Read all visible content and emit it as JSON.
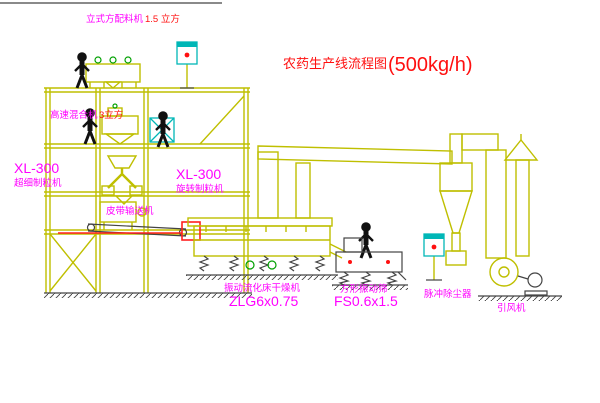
{
  "title": {
    "main": "农药生产线流程图",
    "capacity": "(500kg/h)"
  },
  "labels": {
    "batching_name": "立式方配料机",
    "batching_size": "1.5 立方",
    "mixer_name": "高速混合机",
    "mixer_size": "3立方",
    "granulator_left_model": "XL-300",
    "granulator_left_name": "超细制粒机",
    "granulator_center_model": "XL-300",
    "granulator_center_name": "旋转制粒机",
    "belt_conveyor": "皮带输送机",
    "dryer_name": "振动流化床干燥机",
    "dryer_model": "ZLG6x0.75",
    "sieve_name": "方形振动筛",
    "sieve_model": "FS0.6x1.5",
    "dust_collector": "脉冲除尘器",
    "fan": "引风机"
  },
  "colors": {
    "line_yellow": "#bfbf00",
    "label_magenta": "#ff00ff",
    "accent_red": "#ff1010",
    "panel_cyan": "#00b7b7",
    "motor_green": "#00a000",
    "figure_black": "#111111",
    "background": "#ffffff"
  }
}
